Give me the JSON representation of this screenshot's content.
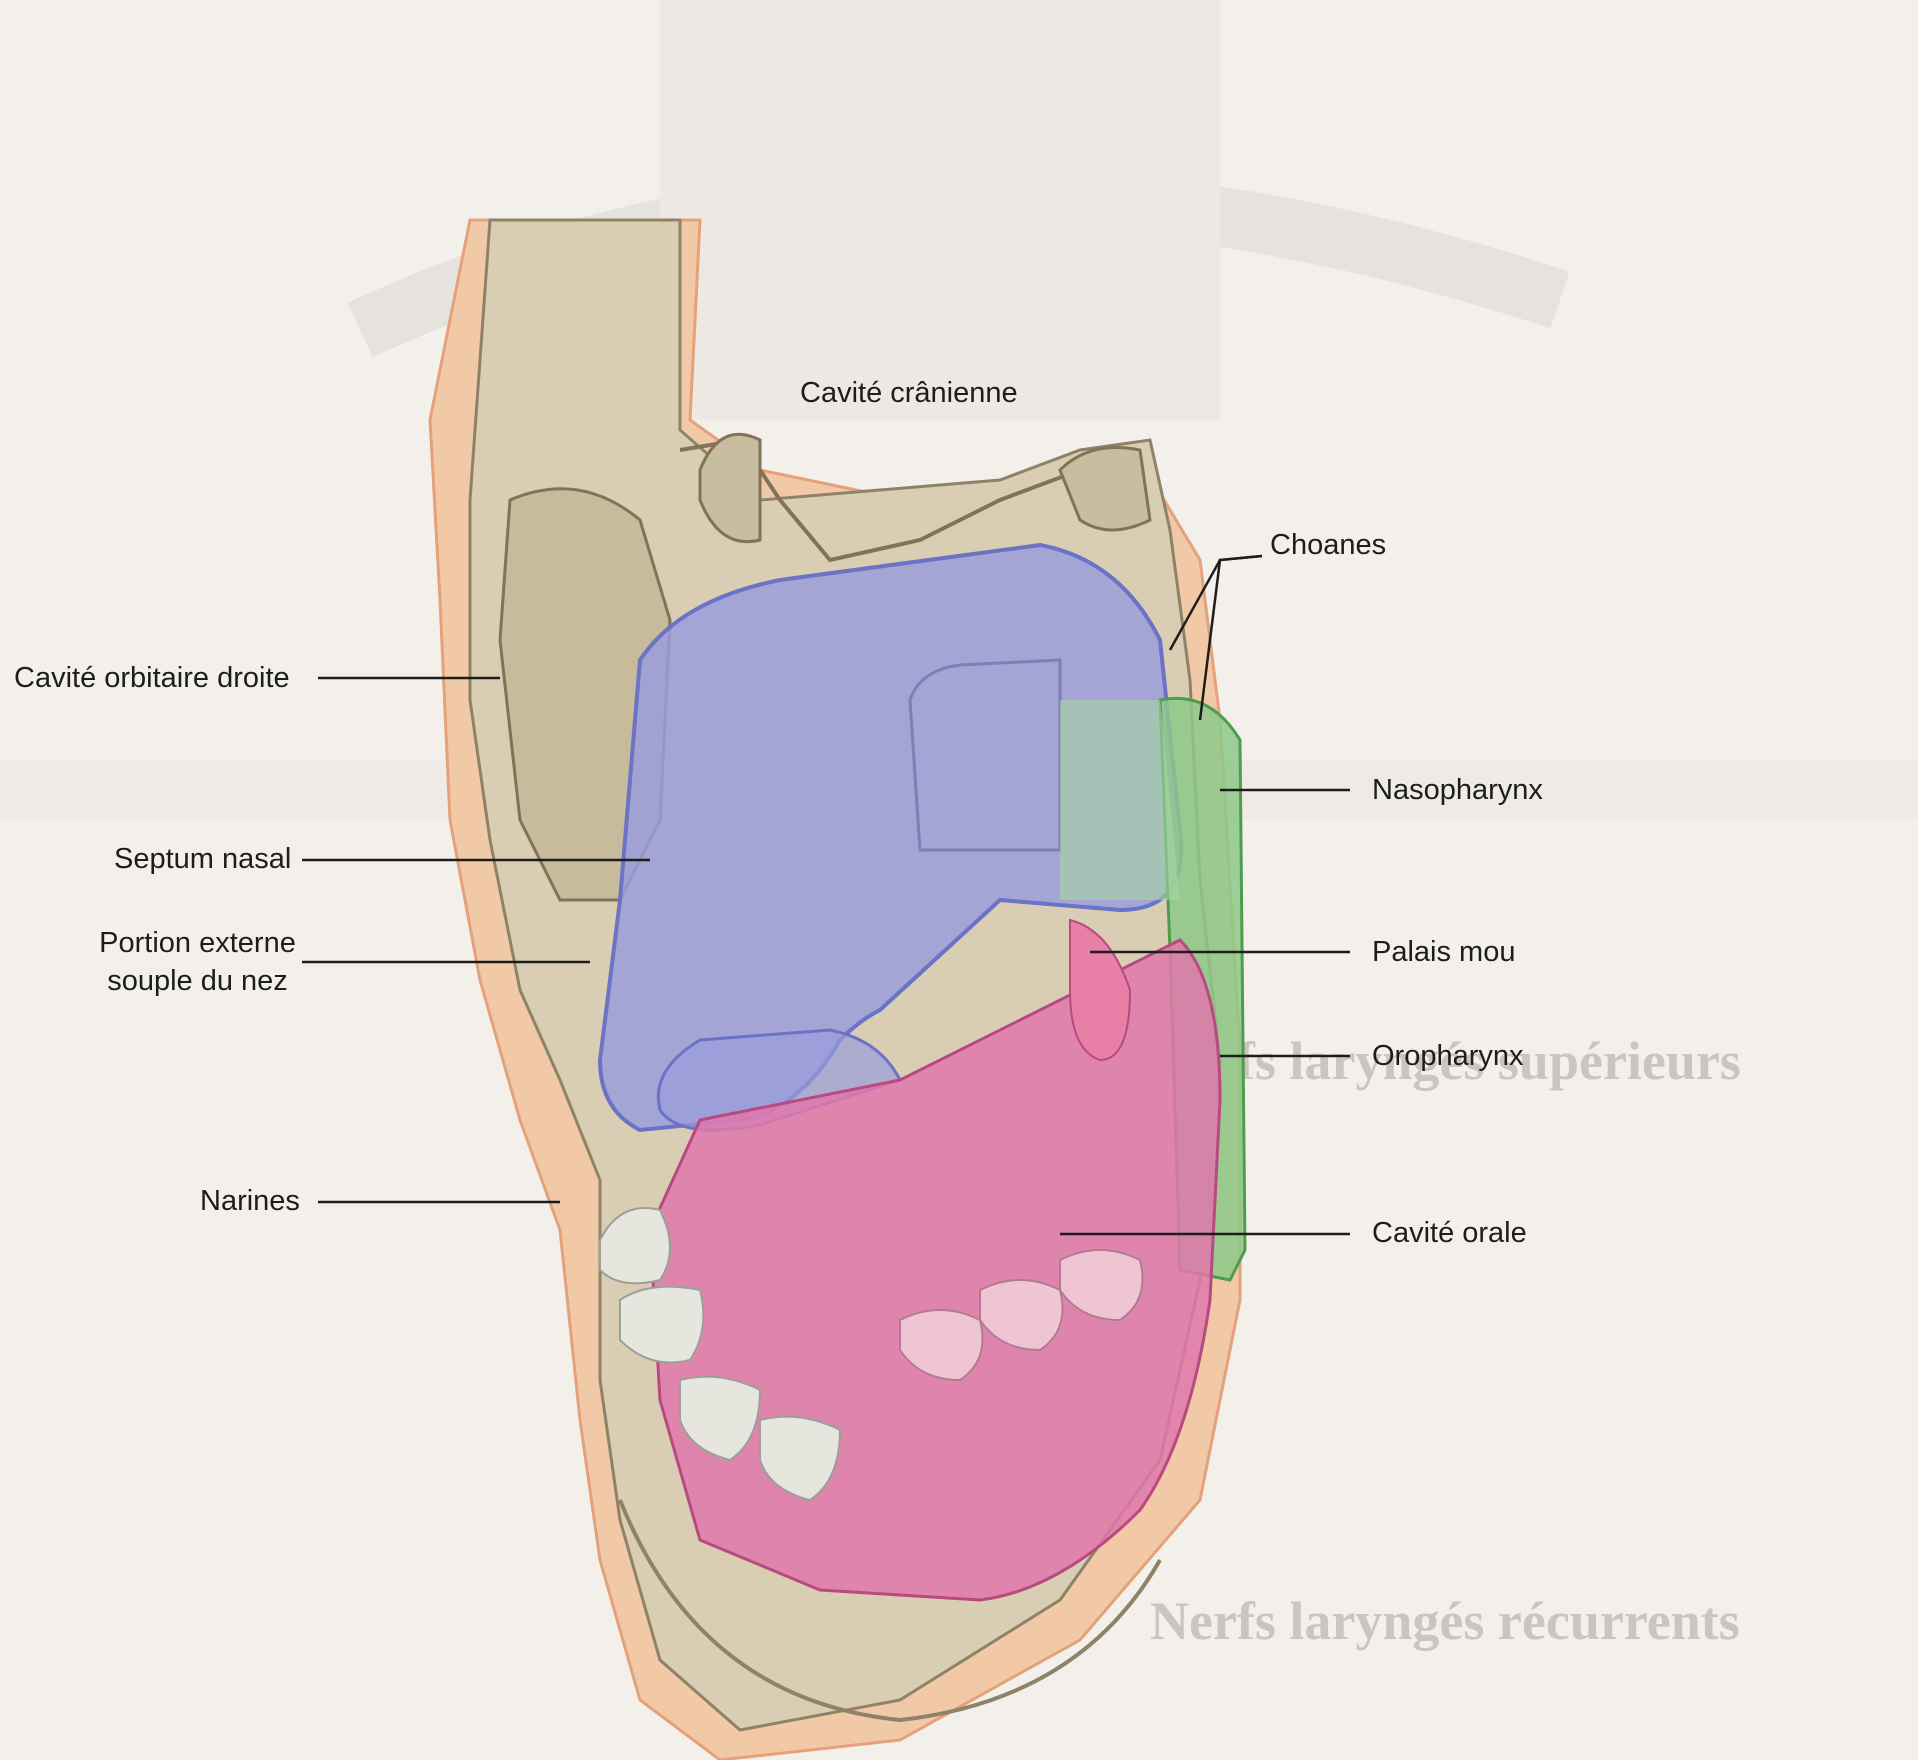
{
  "figure": {
    "labels": {
      "cranial_cavity": "Cavité crânienne",
      "choanae": "Choanes",
      "right_orbit": "Cavité orbitaire droite",
      "nasopharynx": "Nasopharynx",
      "nasal_septum": "Septum nasal",
      "external_nose_line1": "Portion externe",
      "external_nose_line2": "souple du nez",
      "soft_palate": "Palais mou",
      "oropharynx": "Oropharynx",
      "nostrils": "Narines",
      "oral_cavity": "Cavité orale"
    },
    "colors": {
      "nasal_cavity": "#8f95d6",
      "nasopharynx": "#7cc07a",
      "oral_cavity": "#d9609a",
      "bone": "#d8cdb4",
      "skin": "#f1c3a0"
    }
  },
  "background": {
    "faded_heading": "Nerfs laryngés supérieurs",
    "faded_heading_2": "Nerfs laryngés récurrents"
  }
}
